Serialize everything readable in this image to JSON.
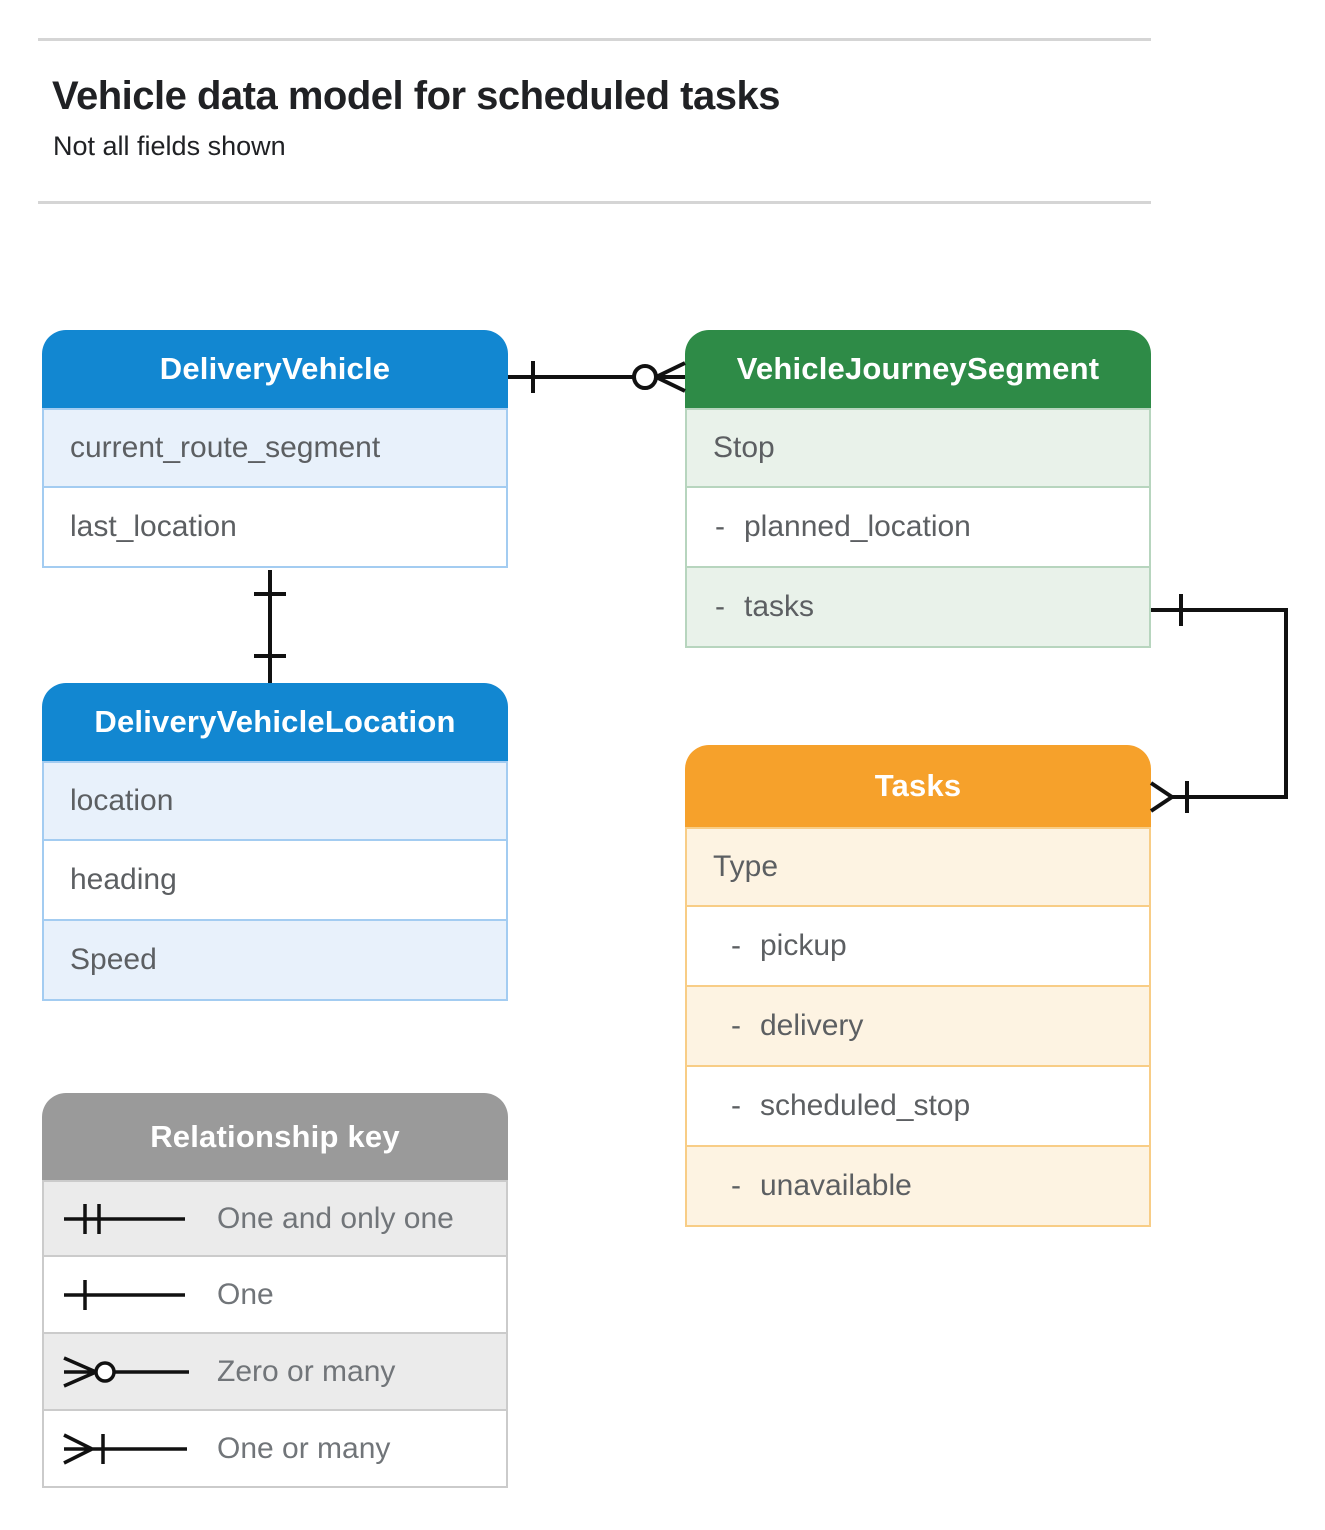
{
  "page": {
    "title": "Vehicle data model for scheduled tasks",
    "subtitle": "Not all fields shown"
  },
  "entities": [
    {
      "title": "DeliveryVehicle",
      "rows": [
        {
          "prefix": "",
          "label": "current_route_segment"
        },
        {
          "prefix": "",
          "label": "last_location"
        }
      ]
    },
    {
      "title": "VehicleJourneySegment",
      "rows": [
        {
          "prefix": "",
          "label": "Stop"
        },
        {
          "prefix": "-",
          "label": "planned_location"
        },
        {
          "prefix": "-",
          "label": "tasks"
        }
      ]
    },
    {
      "title": "DeliveryVehicleLocation",
      "rows": [
        {
          "prefix": "",
          "label": "location"
        },
        {
          "prefix": "",
          "label": "heading"
        },
        {
          "prefix": "",
          "label": "Speed"
        }
      ]
    },
    {
      "title": "Tasks",
      "rows": [
        {
          "prefix": "",
          "label": "Type"
        },
        {
          "prefix": "-",
          "label": "pickup"
        },
        {
          "prefix": "-",
          "label": "delivery"
        },
        {
          "prefix": "-",
          "label": "scheduled_stop"
        },
        {
          "prefix": "-",
          "label": "unavailable"
        }
      ]
    }
  ],
  "legend": {
    "title": "Relationship key",
    "items": [
      {
        "symbol": "one-and-only-one",
        "label": "One and only one"
      },
      {
        "symbol": "one",
        "label": "One"
      },
      {
        "symbol": "zero-or-many",
        "label": "Zero or many"
      },
      {
        "symbol": "one-or-many",
        "label": "One or many"
      }
    ]
  },
  "colors": {
    "blue": "#1287d1",
    "blue-tint": "#e8f1fb",
    "blue-border": "#a3ccf1",
    "green": "#2e8b47",
    "green-tint": "#e9f2ea",
    "green-border": "#b7d5be",
    "orange": "#f6a12b",
    "orange-tint": "#fdf3e2",
    "orange-border": "#f8cd86",
    "gray": "#9a9a9a",
    "gray-tint": "#ebebeb",
    "gray-border": "#cbcbcb",
    "rule": "#d5d5d5",
    "text-dark": "#202124",
    "text-row": "#5c5f62",
    "text-legend": "#717579",
    "connector": "#111111"
  }
}
